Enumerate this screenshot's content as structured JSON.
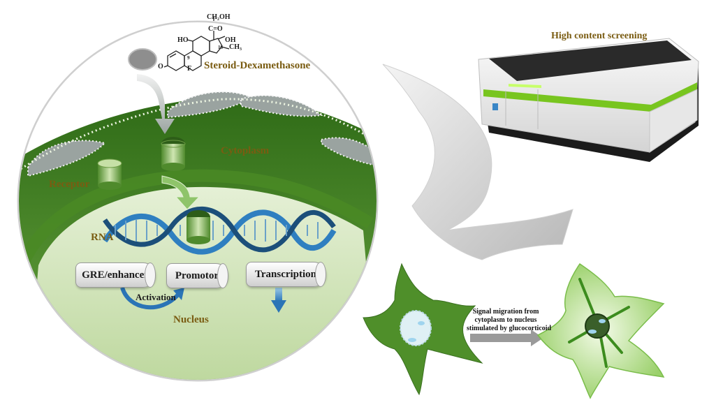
{
  "labels": {
    "steroid": "Steroid-Dexamethasone",
    "cytoplasm": "Cytoplasm",
    "receptor": "Receptor",
    "rna": "RNA",
    "nucleus": "Nucleus",
    "activation": "Activation",
    "hcs": "High content screening"
  },
  "boxes": {
    "gre": "GRE/enhancer",
    "promotor": "Promotor",
    "transcription": "Transcription"
  },
  "caption": {
    "line1": "Signal migration from",
    "line2": "cytoplasm to nucleus",
    "line3": "stimulated by glucocorticoid"
  },
  "molecule": {
    "ch2oh": "CH₂OH",
    "co": "C=O",
    "oh_top": "OH",
    "ch3": "CH₃",
    "ho": "HO",
    "f": "F",
    "o": "O",
    "n9": "9",
    "n16": "16"
  },
  "colors": {
    "cell_green": "#4f8f2a",
    "nucleus_green": "#cfe3b5",
    "dna_blue": "#2f7fc0",
    "dna_dark": "#1c4f7a",
    "label_olive": "#7a5c12"
  }
}
